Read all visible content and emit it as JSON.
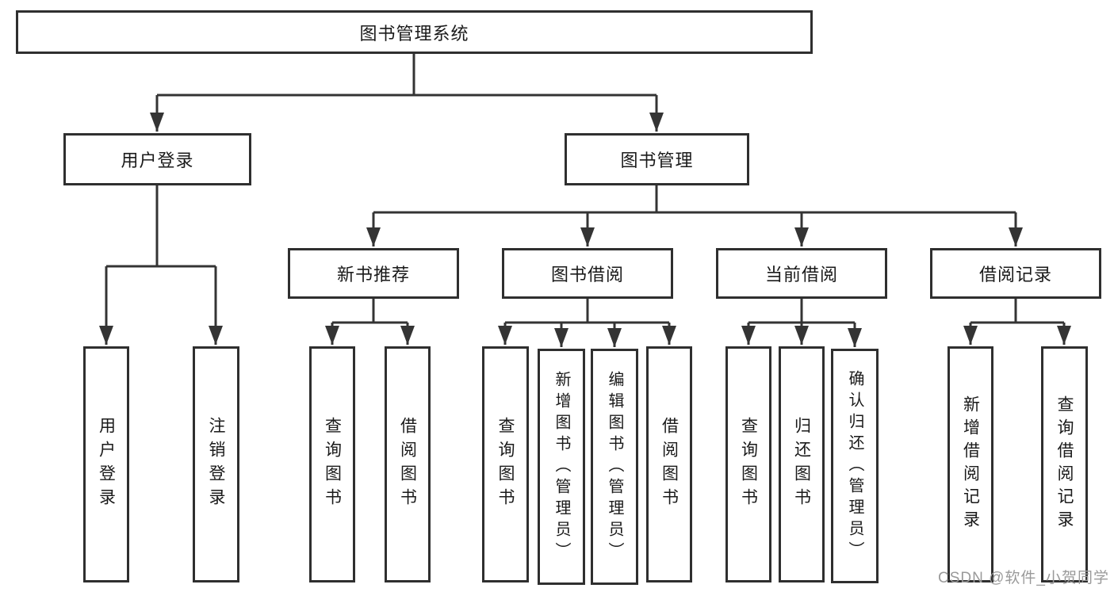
{
  "diagram": {
    "type": "hierarchy-tree",
    "title": "图书管理系统",
    "line_color": "#343434",
    "border_color": "#2f2f2f",
    "text_color": "#1a1a1a",
    "background_color": "#ffffff"
  },
  "nodes": [
    {
      "id": 0,
      "label": "图书管理系统",
      "parent": null,
      "level": 1
    },
    {
      "id": 1,
      "label": "用户登录",
      "parent": 0,
      "level": 2
    },
    {
      "id": 2,
      "label": "图书管理",
      "parent": 0,
      "level": 2
    },
    {
      "id": 3,
      "label": "用户登录",
      "parent": 1,
      "level": 3
    },
    {
      "id": 4,
      "label": "注销登录",
      "parent": 1,
      "level": 3
    },
    {
      "id": 5,
      "label": "新书推荐",
      "parent": 2,
      "level": 3
    },
    {
      "id": 6,
      "label": "图书借阅",
      "parent": 2,
      "level": 3
    },
    {
      "id": 7,
      "label": "当前借阅",
      "parent": 2,
      "level": 3
    },
    {
      "id": 8,
      "label": "借阅记录",
      "parent": 2,
      "level": 3
    },
    {
      "id": 9,
      "label": "查询图书",
      "parent": 5,
      "level": 4
    },
    {
      "id": 10,
      "label": "借阅图书",
      "parent": 5,
      "level": 4
    },
    {
      "id": 11,
      "label": "查询图书",
      "parent": 6,
      "level": 4
    },
    {
      "id": 12,
      "label": "新增图书（管理员）",
      "parent": 6,
      "level": 4
    },
    {
      "id": 13,
      "label": "编辑图书（管理员）",
      "parent": 6,
      "level": 4
    },
    {
      "id": 14,
      "label": "借阅图书",
      "parent": 6,
      "level": 4
    },
    {
      "id": 15,
      "label": "查询图书",
      "parent": 7,
      "level": 4
    },
    {
      "id": 16,
      "label": "归还图书",
      "parent": 7,
      "level": 4
    },
    {
      "id": 17,
      "label": "确认归还（管理员）",
      "parent": 7,
      "level": 4
    },
    {
      "id": 18,
      "label": "新增借阅记录",
      "parent": 8,
      "level": 4
    },
    {
      "id": 19,
      "label": "查询借阅记录",
      "parent": 8,
      "level": 4
    }
  ],
  "watermark": {
    "text": "CSDN @软件_小贺同学",
    "color": "#9a9a9a"
  }
}
